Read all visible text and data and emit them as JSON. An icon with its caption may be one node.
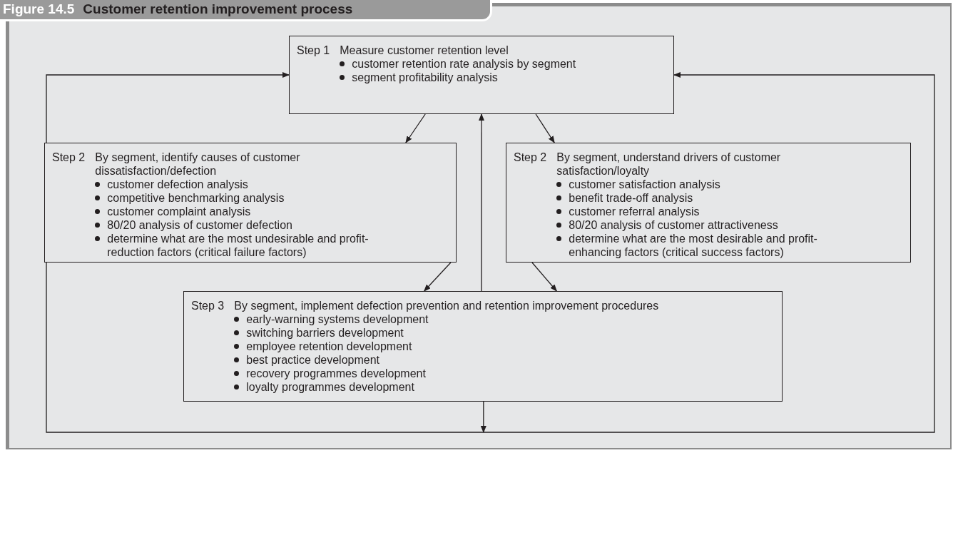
{
  "diagram": {
    "title": "Customer retention improvement process",
    "nodes": [
      {
        "text": [
          "Step 1",
          "Measure customer retention level",
          "customer retention rate analysis by segment",
          "segment profitability analysis"
        ]
      },
      {
        "text": [
          "Step 2",
          "By segment, identify causes of customer dissatisfaction/defection",
          "customer defection analysis",
          "competitive benchmarking analysis",
          "customer complaint analysis",
          "80/20 analysis of customer defection",
          "determine what are the most undesirable and profit-reduction factors (critical failure factors)"
        ]
      },
      {
        "text": [
          "Step 2",
          "By segment, understand drivers of customer satisfaction/loyalty",
          "customer satisfaction analysis",
          "benefit trade-off analysis",
          "customer referral analysis",
          "80/20 analysis of customer attractiveness",
          "determine what are the most desirable and profit-enhancing factors (critical success factors)"
        ]
      },
      {
        "text": [
          "Step 3",
          "By segment, implement defection prevention and retention improvement procedures",
          "early-warning systems development",
          "switching barriers development",
          "employee retention development",
          "best practice development",
          "recovery programmes development",
          "loyalty programmes development"
        ]
      }
    ],
    "edges": [
      {
        "from": 0,
        "to": 1,
        "arrow": "to"
      },
      {
        "from": 0,
        "to": 2,
        "arrow": "to"
      },
      {
        "from": 1,
        "to": 3,
        "arrow": "to"
      },
      {
        "from": 2,
        "to": 3,
        "arrow": "to"
      },
      {
        "from": 3,
        "to": 0,
        "arrow": "to"
      },
      {
        "from": 3,
        "to": 0,
        "arrow": "to"
      },
      {
        "from": 3,
        "to": 0,
        "arrow": "to"
      }
    ],
    "labels": [
      "Figure 14.5"
    ]
  }
}
